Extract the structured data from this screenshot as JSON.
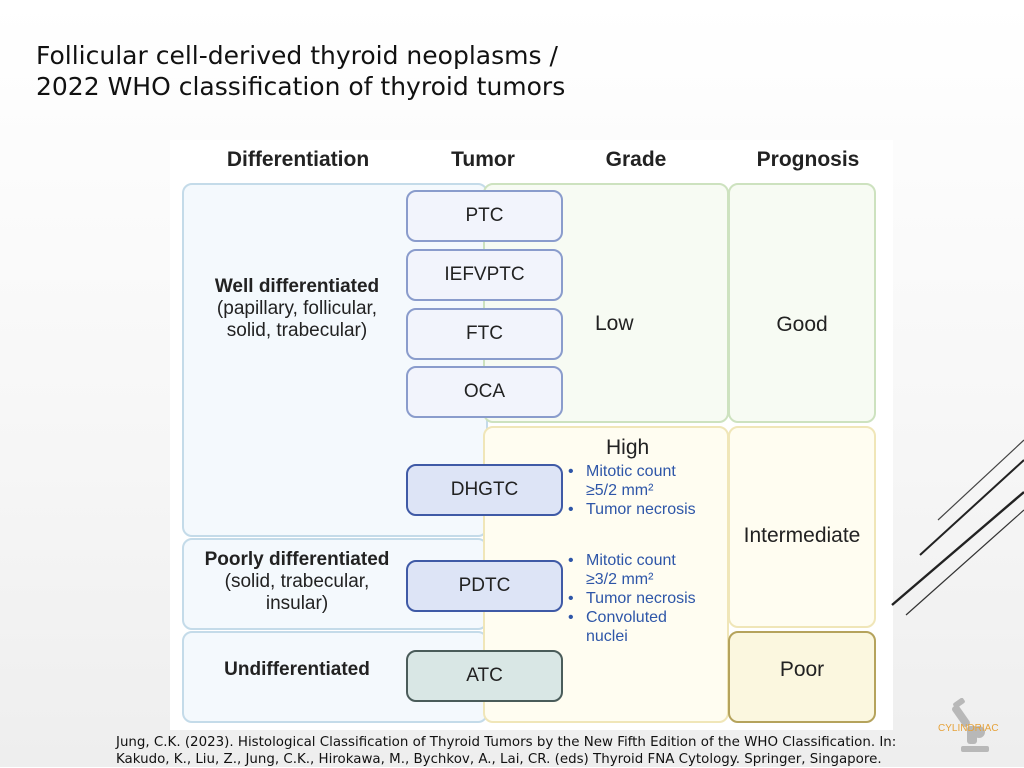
{
  "slide": {
    "title_line1": "Follicular cell-derived thyroid neoplasms /",
    "title_line2": "2022 WHO classification of thyroid tumors",
    "citation_line1": "Jung, C.K. (2023). Histological Classification of Thyroid Tumors by the New Fifth Edition of the WHO Classification. In:",
    "citation_line2": "Kakudo, K., Liu, Z., Jung, C.K., Hirokawa, M., Bychkov, A., Lai, CR. (eds) Thyroid FNA Cytology. Springer, Singapore.",
    "logo_text": "CYLINDRIAC"
  },
  "figure": {
    "headers": {
      "differentiation": "Differentiation",
      "tumor": "Tumor",
      "grade": "Grade",
      "prognosis": "Prognosis"
    },
    "differentiation": {
      "well_title": "Well differentiated",
      "well_line1": "(papillary, follicular,",
      "well_line2": "solid, trabecular)",
      "poor_title": "Poorly differentiated",
      "poor_line1": "(solid, trabecular,",
      "poor_line2": "insular)",
      "undiff_title": "Undifferentiated"
    },
    "tumors": {
      "ptc": "PTC",
      "iefvptc": "IEFVPTC",
      "ftc": "FTC",
      "oca": "OCA",
      "dhgtc": "DHGTC",
      "pdtc": "PDTC",
      "atc": "ATC"
    },
    "grade": {
      "low": "Low",
      "high": "High",
      "dhgtc_bullets": [
        "Mitotic count",
        "≥5/2 mm²",
        "Tumor necrosis"
      ],
      "pdtc_bullets": [
        "Mitotic count",
        "≥3/2 mm²",
        "Tumor necrosis",
        "Convoluted",
        "nuclei"
      ]
    },
    "prognosis": {
      "good": "Good",
      "intermediate": "Intermediate",
      "poor": "Poor"
    }
  }
}
